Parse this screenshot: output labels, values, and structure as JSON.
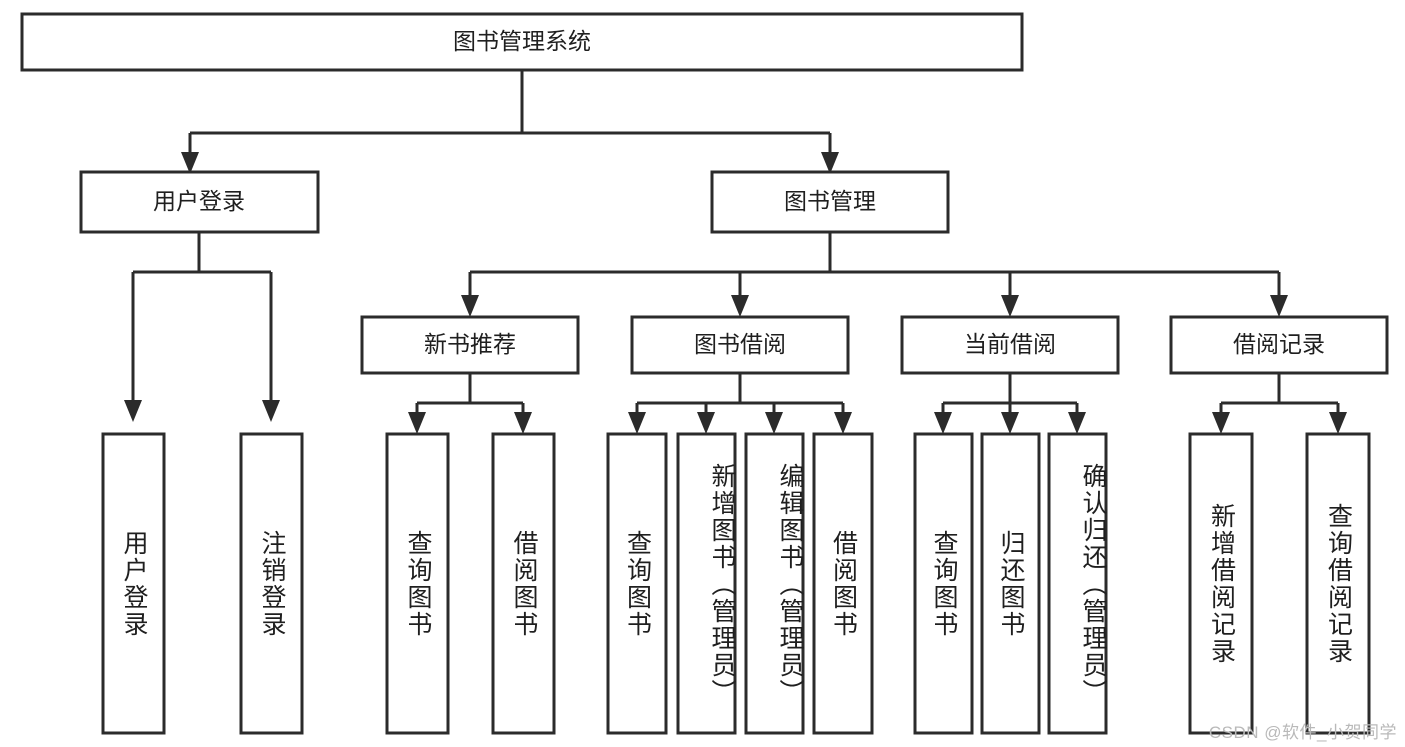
{
  "diagram": {
    "type": "tree-hierarchy-chart",
    "title": "图书管理系统",
    "colors": {
      "box_fill": "#ffffff",
      "box_stroke": "#2b2b2b",
      "text": "#1f1f1f",
      "watermark": "#b9b9b9",
      "background": "#ffffff"
    },
    "root": {
      "label": "图书管理系统"
    },
    "level2": [
      {
        "label": "用户登录"
      },
      {
        "label": "图书管理"
      }
    ],
    "level3": [
      {
        "label": "新书推荐"
      },
      {
        "label": "图书借阅"
      },
      {
        "label": "当前借阅"
      },
      {
        "label": "借阅记录"
      }
    ],
    "leaves": {
      "user_login": [
        {
          "label": "用户登录"
        },
        {
          "label": "注销登录"
        }
      ],
      "new_book_recommend": [
        {
          "label": "查询图书"
        },
        {
          "label": "借阅图书"
        }
      ],
      "book_borrow": [
        {
          "label": "查询图书"
        },
        {
          "label": "新增图书（管理员）"
        },
        {
          "label": "编辑图书（管理员）"
        },
        {
          "label": "借阅图书"
        }
      ],
      "current_borrow": [
        {
          "label": "查询图书"
        },
        {
          "label": "归还图书"
        },
        {
          "label": "确认归还（管理员）"
        }
      ],
      "borrow_record": [
        {
          "label": "新增借阅记录"
        },
        {
          "label": "查询借阅记录"
        }
      ]
    },
    "watermark": "CSDN @软件_小贺同学"
  }
}
